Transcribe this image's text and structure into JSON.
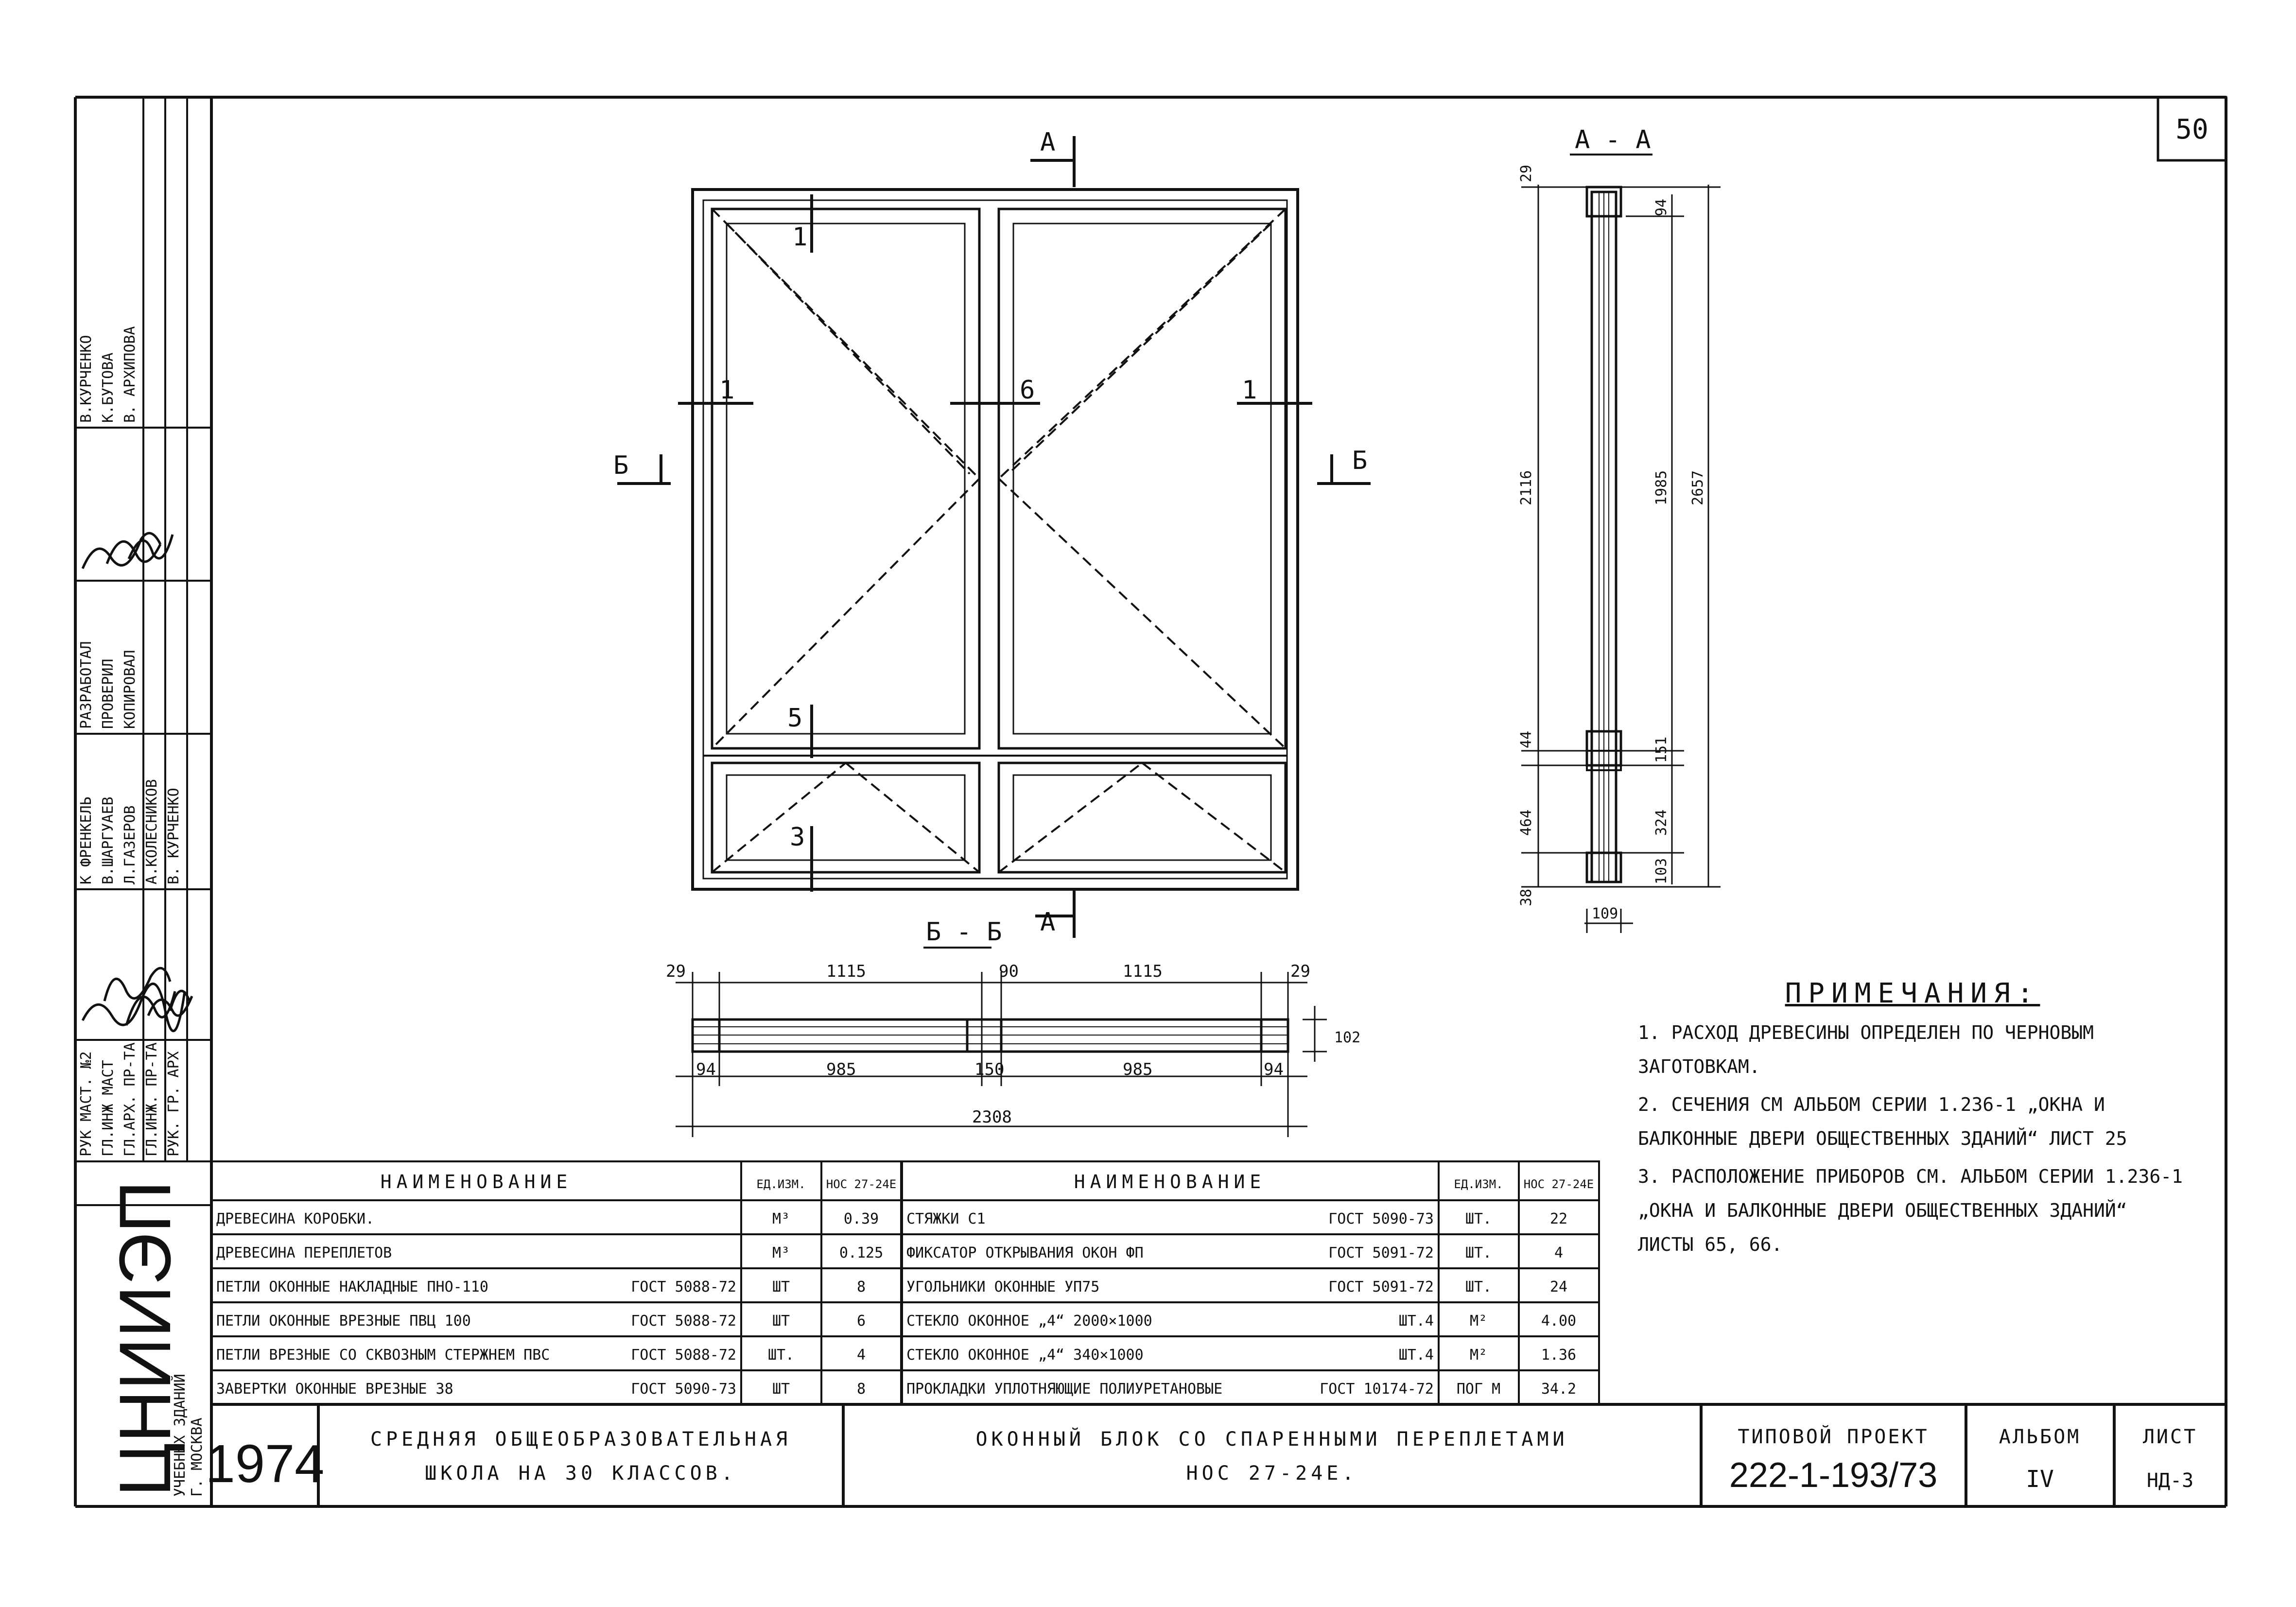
{
  "sheet_number": "50",
  "stamps": {
    "left_roles": [
      "РУК МАСТ. №2",
      "ГЛ.ИНЖ МАСТ",
      "ГЛ.АРХ. ПР-ТА",
      "ГЛ.ИНЖ. ПР-ТА",
      "РУК. ГР. АРХ"
    ],
    "left_names": [
      "К ФРЕНКЕЛЬ",
      "В.ШАРГУАЕВ",
      "Л.ГАЗЕРОВ",
      "А.КОЛЕСНИКОВ",
      "В. КУРЧЕНКО"
    ],
    "right_roles": [
      "РАЗРАБОТАЛ",
      "ПРОВЕРИЛ",
      "КОПИРОВАЛ"
    ],
    "right_names": [
      "В.КУРЧЕНКО",
      "К.БУТОВА",
      "В. АРХИПОВА"
    ]
  },
  "drawing": {
    "section_aa_title": "А - А",
    "section_bb_title": "Б - Б",
    "cut_a": "А",
    "cut_b": "Б",
    "callout_1": "1",
    "callout_3": "3",
    "callout_5": "5",
    "callout_6": "6",
    "bb_dims": {
      "top_29": "29",
      "top_1115": "1115",
      "top_90": "90",
      "bot_94": "94",
      "bot_985": "985",
      "bot_150": "150",
      "total": "2308",
      "side_102": "102"
    },
    "aa_dims": {
      "d29": "29",
      "d2116": "2116",
      "d44": "44",
      "d464": "464",
      "d38": "38",
      "d94": "94",
      "d1985": "1985",
      "d2657": "2657",
      "d151": "151",
      "d324": "324",
      "d103": "103",
      "d109": "109"
    }
  },
  "notes": {
    "title": "ПРИМЕЧАНИЯ:",
    "items": [
      "1. РАСХОД ДРЕВЕСИНЫ ОПРЕДЕЛЕН ПО ЧЕРНОВЫМ ЗАГОТОВКАМ.",
      "2. СЕЧЕНИЯ СМ АЛЬБОМ СЕРИИ 1.236-1 „ОКНА И БАЛКОННЫЕ ДВЕРИ ОБЩЕСТВЕННЫХ ЗДАНИЙ“ ЛИСТ 25",
      "3. РАСПОЛОЖЕНИЕ ПРИБОРОВ СМ. АЛЬБОМ СЕРИИ 1.236-1 „ОКНА И БАЛКОННЫЕ ДВЕРИ ОБЩЕСТВЕННЫХ ЗДАНИЙ“ ЛИСТЫ 65, 66."
    ]
  },
  "spec_table": {
    "headers": [
      "НАИМЕНОВАНИЕ",
      "ЕД.ИЗМ.",
      "НОС 27-24Е"
    ],
    "left_rows": [
      {
        "name": "ДРЕВЕСИНА КОРОБКИ.",
        "gost": "",
        "unit": "М³",
        "qty": "0.39"
      },
      {
        "name": "ДРЕВЕСИНА ПЕРЕПЛЕТОВ",
        "gost": "",
        "unit": "М³",
        "qty": "0.125"
      },
      {
        "name": "ПЕТЛИ ОКОННЫЕ НАКЛАДНЫЕ ПНО-110",
        "gost": "ГОСТ 5088-72",
        "unit": "ШТ",
        "qty": "8"
      },
      {
        "name": "ПЕТЛИ ОКОННЫЕ ВРЕЗНЫЕ ПВЦ 100",
        "gost": "ГОСТ 5088-72",
        "unit": "ШТ",
        "qty": "6"
      },
      {
        "name": "ПЕТЛИ ВРЕЗНЫЕ СО СКВОЗНЫМ СТЕРЖНЕМ ПВС",
        "gost": "ГОСТ 5088-72",
        "unit": "ШТ.",
        "qty": "4"
      },
      {
        "name": "ЗАВЕРТКИ ОКОННЫЕ ВРЕЗНЫЕ 38",
        "gost": "ГОСТ 5090-73",
        "unit": "ШТ",
        "qty": "8"
      }
    ],
    "right_rows": [
      {
        "name": "СТЯЖКИ С1",
        "gost": "ГОСТ 5090-73",
        "unit": "ШТ.",
        "qty": "22"
      },
      {
        "name": "ФИКСАТОР ОТКРЫВАНИЯ ОКОН ФП",
        "gost": "ГОСТ 5091-72",
        "unit": "ШТ.",
        "qty": "4"
      },
      {
        "name": "УГОЛЬНИКИ ОКОННЫЕ УП75",
        "gost": "ГОСТ 5091-72",
        "unit": "ШТ.",
        "qty": "24"
      },
      {
        "name": "СТЕКЛО ОКОННОЕ „4“ 2000×1000",
        "gost": "ШТ.4",
        "unit": "М²",
        "qty": "4.00"
      },
      {
        "name": "СТЕКЛО ОКОННОЕ „4“ 340×1000",
        "gost": "ШТ.4",
        "unit": "М²",
        "qty": "1.36"
      },
      {
        "name": "ПРОКЛАДКИ УПЛОТНЯЮЩИЕ ПОЛИУРЕТАНОВЫЕ",
        "gost": "ГОСТ 10174-72",
        "unit": "ПОГ М",
        "qty": "34.2"
      }
    ]
  },
  "title_block": {
    "org": "ЦНИИЭП",
    "org_sub1": "УЧЕБНЫХ ЗДАНИЙ",
    "org_sub2": "Г. МОСКВА",
    "year": "1974",
    "object_line1": "СРЕДНЯЯ ОБЩЕОБРАЗОВАТЕЛЬНАЯ",
    "object_line2": "ШКОЛА НА 30 КЛАССОВ.",
    "drawing_line1": "ОКОННЫЙ БЛОК СО СПАРЕННЫМИ ПЕРЕПЛЕТАМИ",
    "drawing_line2": "НОС 27-24Е.",
    "project_label": "ТИПОВОЙ ПРОЕКТ",
    "project_number": "222-1-193/73",
    "album_label": "АЛЬБОМ",
    "album_value": "IV",
    "sheet_label": "ЛИСТ",
    "sheet_value": "НД-3"
  }
}
